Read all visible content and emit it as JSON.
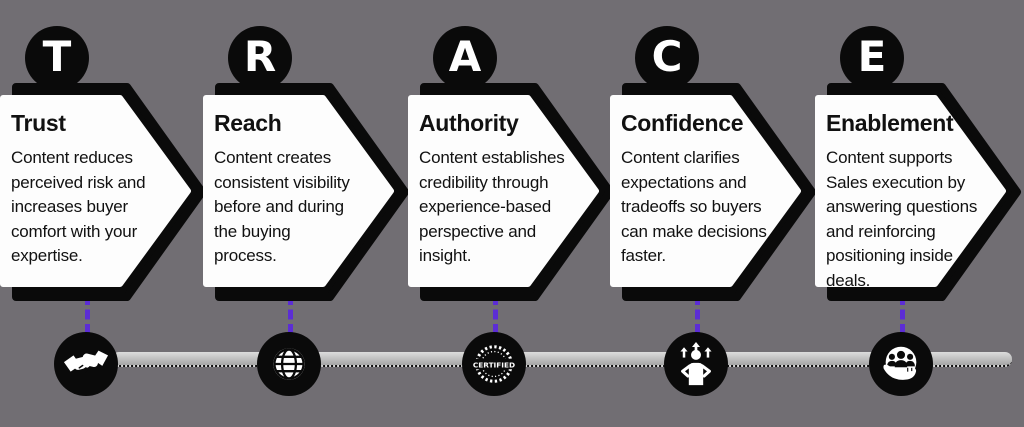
{
  "colors": {
    "background": "#716e73",
    "card_fill": "#fdfdfd",
    "ink": "#0a0a0a",
    "connector_purple": "#5c2dd5",
    "timeline_gray": "#b9b9b9"
  },
  "panels": [
    {
      "letter": "T",
      "title": "Trust",
      "description": "Content reduces\nperceived risk and\nincreases buyer\ncomfort with your\nexpertise.",
      "icon": "handshake-icon"
    },
    {
      "letter": "R",
      "title": "Reach",
      "description": "Content creates\nconsistent visibility\nbefore and during\nthe buying\nprocess.",
      "icon": "globe-icon"
    },
    {
      "letter": "A",
      "title": "Authority",
      "description": "Content establishes\ncredibility through\nexperience-based\nperspective and\ninsight.",
      "icon": "certified-badge-icon"
    },
    {
      "letter": "C",
      "title": "Confidence",
      "description": "Content clarifies\nexpectations and\ntradeoffs so buyers\ncan make decisions\nfaster.",
      "icon": "confident-person-icon"
    },
    {
      "letter": "E",
      "title": "Enablement",
      "description": "Content supports\nSales execution by\nanswering questions\nand reinforcing\npositioning inside\ndeals.",
      "icon": "team-in-hand-icon"
    }
  ],
  "certified_badge_text": "CERTIFIED"
}
